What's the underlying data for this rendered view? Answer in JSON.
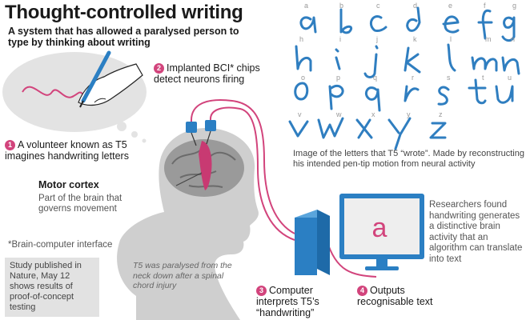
{
  "title": "Thought-controlled writing",
  "subtitle": "A system that has allowed a paralysed person to type by thinking about writing",
  "steps": [
    {
      "num": "1",
      "text": "A volunteer known as T5 imagines handwriting letters"
    },
    {
      "num": "2",
      "text": "Implanted BCI* chips detect neurons firing"
    },
    {
      "num": "3",
      "text": "Computer interprets T5’s “handwriting”"
    },
    {
      "num": "4",
      "text": "Outputs recognisable text"
    }
  ],
  "motor_cortex": {
    "title": "Motor cortex",
    "desc": "Part of the brain that governs movement"
  },
  "footnote": "*Brain-computer interface",
  "study": "Study published in Nature, May 12 shows results of proof-of-concept testing",
  "paralysed_note": "T5 was paralysed from the neck down after a  spinal chord injury",
  "letters_caption": "Image of the letters that T5 “wrote”.  Made by reconstructing his intended pen-tip motion from neural activity",
  "researchers_note": "Researchers found handwriting generates a distinctive brain activity that  an algorithm can translate into text",
  "screen_letter": "a",
  "letter_labels": [
    "a",
    "b",
    "c",
    "d",
    "e",
    "f",
    "g",
    "h",
    "i",
    "j",
    "k",
    "l",
    "m",
    "n",
    "o",
    "p",
    "q",
    "r",
    "s",
    "t",
    "u",
    "v",
    "w",
    "x",
    "y",
    "z"
  ],
  "colors": {
    "accent": "#d2447c",
    "blue": "#2b7fc3",
    "letter_stroke": "#2f7ec0",
    "grey": "#bdbdbd"
  }
}
